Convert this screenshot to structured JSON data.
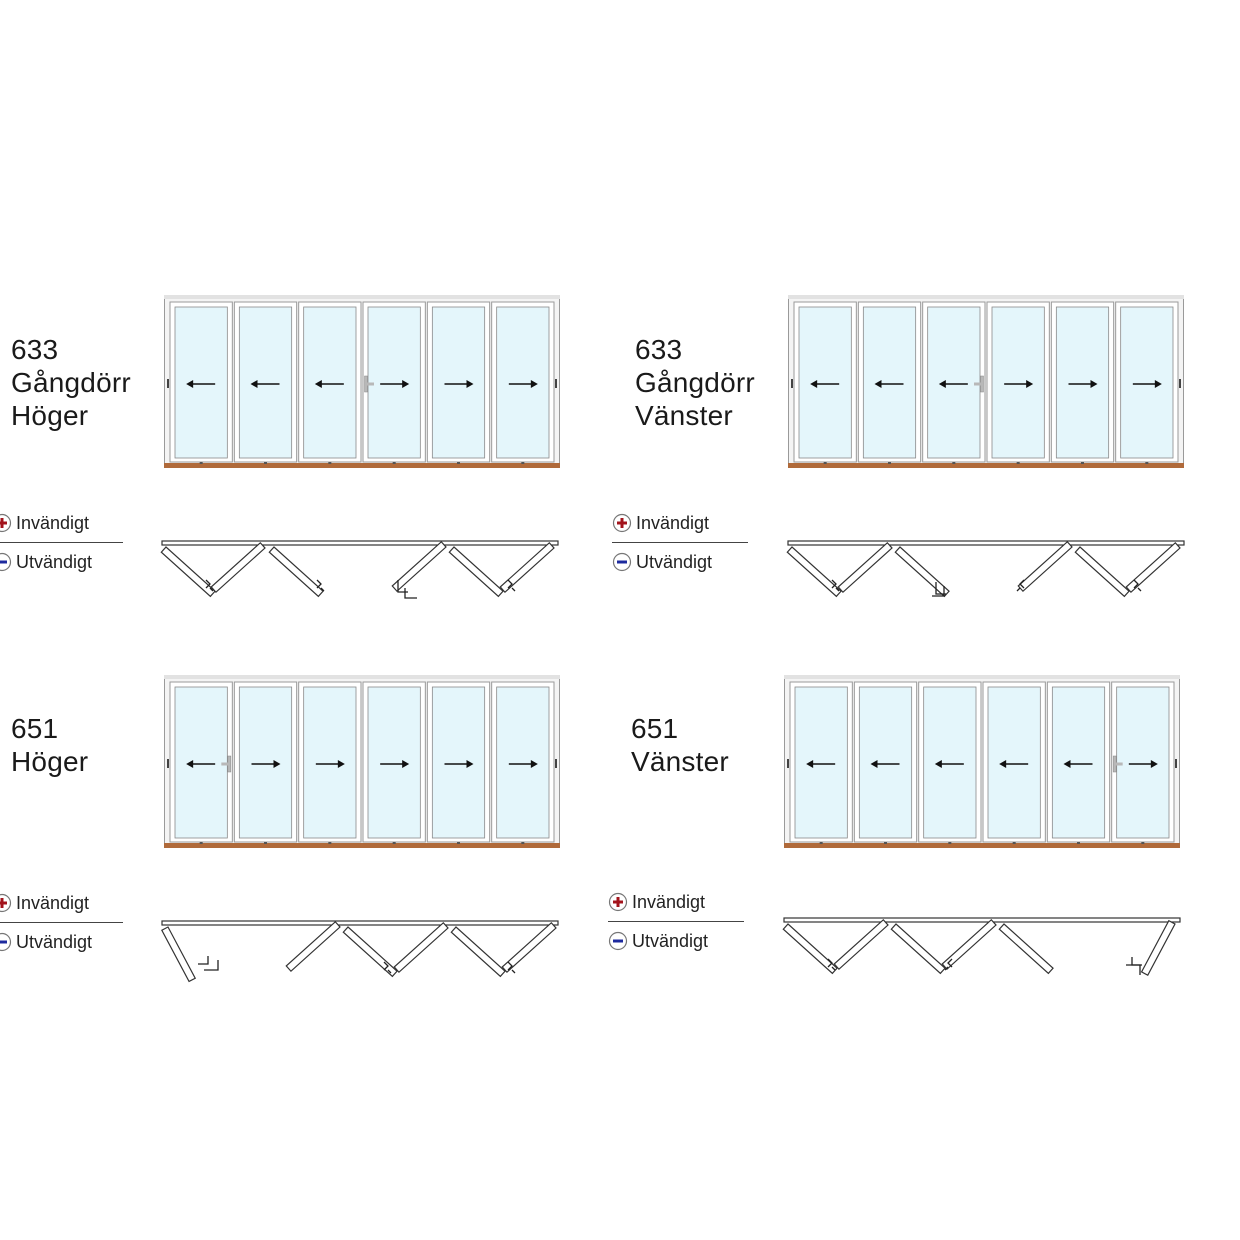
{
  "legend": {
    "inside_label": "Invändigt",
    "outside_label": "Utvändigt",
    "inside_color": "#a3141c",
    "outside_color": "#1d2a9e"
  },
  "colors": {
    "glass": "#e4f6fb",
    "frame": "#ffffff",
    "frame_edge": "#9a9a9a",
    "sill": "#b06a3a"
  },
  "configs": [
    {
      "title_lines": [
        "633",
        "Gångdörr",
        "Höger"
      ],
      "doors": [
        {
          "arrow": "left",
          "handle": false
        },
        {
          "arrow": "left",
          "handle": false
        },
        {
          "arrow": "left",
          "handle": false
        },
        {
          "arrow": "right",
          "handle": true
        },
        {
          "arrow": "right",
          "handle": false
        },
        {
          "arrow": "right",
          "handle": false
        }
      ]
    },
    {
      "title_lines": [
        "633",
        "Gångdörr",
        "Vänster"
      ],
      "doors": [
        {
          "arrow": "left",
          "handle": false
        },
        {
          "arrow": "left",
          "handle": false
        },
        {
          "arrow": "left",
          "handle": true
        },
        {
          "arrow": "right",
          "handle": false
        },
        {
          "arrow": "right",
          "handle": false
        },
        {
          "arrow": "right",
          "handle": false
        }
      ]
    },
    {
      "title_lines": [
        "651",
        "Höger"
      ],
      "doors": [
        {
          "arrow": "left",
          "handle": true
        },
        {
          "arrow": "right",
          "handle": false
        },
        {
          "arrow": "right",
          "handle": false
        },
        {
          "arrow": "right",
          "handle": false
        },
        {
          "arrow": "right",
          "handle": false
        },
        {
          "arrow": "right",
          "handle": false
        }
      ]
    },
    {
      "title_lines": [
        "651",
        "Vänster"
      ],
      "doors": [
        {
          "arrow": "left",
          "handle": false
        },
        {
          "arrow": "left",
          "handle": false
        },
        {
          "arrow": "left",
          "handle": false
        },
        {
          "arrow": "left",
          "handle": false
        },
        {
          "arrow": "left",
          "handle": false
        },
        {
          "arrow": "right",
          "handle": true
        }
      ]
    }
  ]
}
